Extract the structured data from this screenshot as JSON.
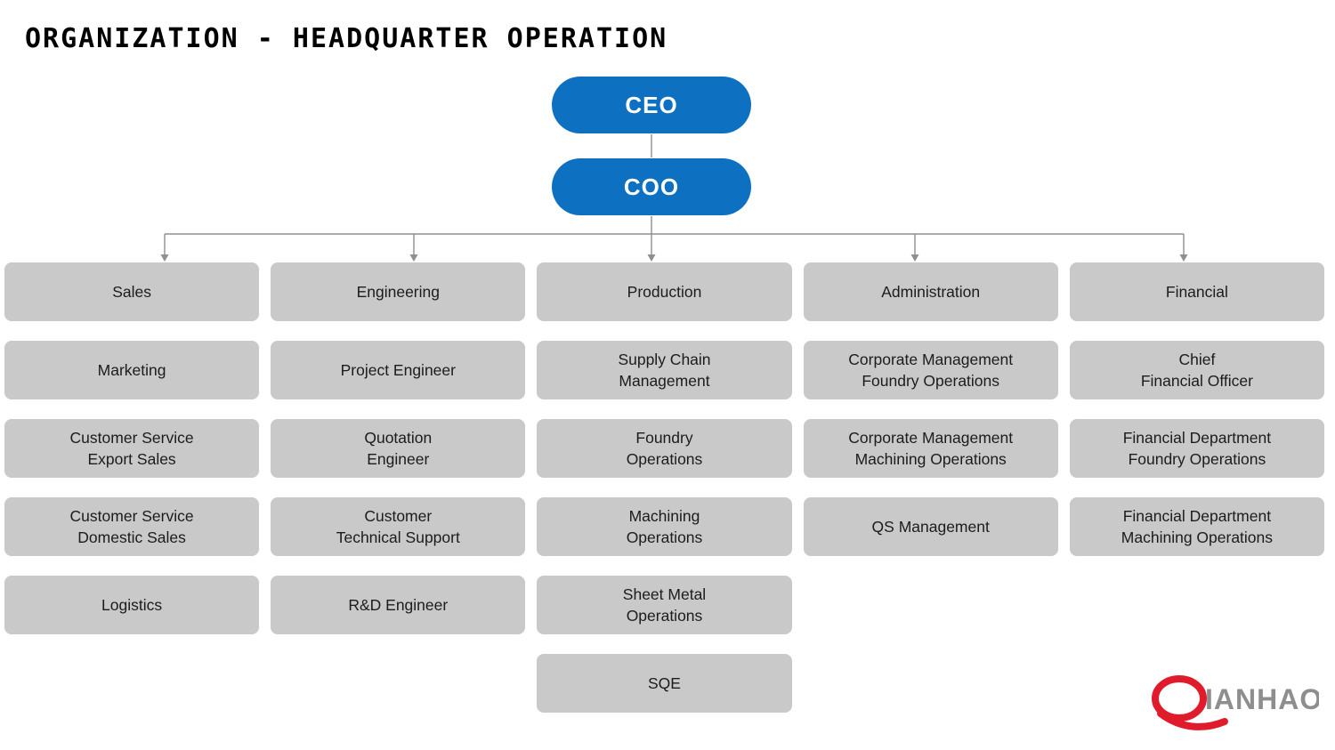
{
  "title": "ORGANIZATION - HEADQUARTER OPERATION",
  "chart": {
    "type": "org-chart",
    "ceo": "CEO",
    "coo": "COO",
    "columns": [
      {
        "header": "Sales",
        "items": [
          "Marketing",
          "Customer Service\nExport Sales",
          "Customer Service\nDomestic Sales",
          "Logistics"
        ]
      },
      {
        "header": "Engineering",
        "items": [
          "Project Engineer",
          "Quotation\nEngineer",
          "Customer\nTechnical Support",
          "R&D Engineer"
        ]
      },
      {
        "header": "Production",
        "items": [
          "Supply Chain\nManagement",
          "Foundry\nOperations",
          "Machining\nOperations",
          "Sheet Metal\nOperations",
          "SQE"
        ]
      },
      {
        "header": "Administration",
        "items": [
          "Corporate Management\nFoundry Operations",
          "Corporate Management\nMachining Operations",
          "QS Management"
        ]
      },
      {
        "header": "Financial",
        "items": [
          "Chief\nFinancial Officer",
          "Financial Department\nFoundry Operations",
          "Financial Department\nMachining Operations"
        ]
      }
    ]
  },
  "colors": {
    "executive_blue": "#0d70c0",
    "department_gray": "#c9c9c9",
    "connector_gray": "#8f8f8f",
    "logo_red": "#e01b2c",
    "logo_gray": "#8e8e8e"
  },
  "logo": {
    "q": "Q",
    "rest": "IANHAO"
  }
}
